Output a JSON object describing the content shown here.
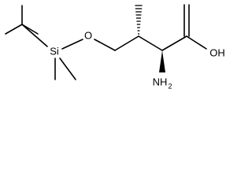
{
  "molecule": {
    "atoms": {
      "o_ether": "O",
      "si": "Si",
      "oh": "OH",
      "nh2_main": "NH",
      "nh2_sub": "2"
    }
  }
}
